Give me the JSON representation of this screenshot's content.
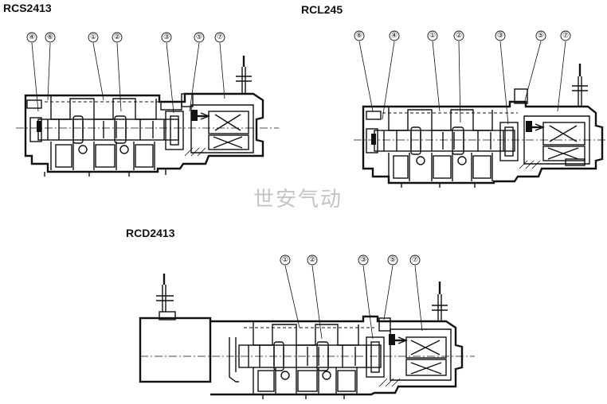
{
  "diagrams": [
    {
      "title": "RCS2413",
      "callouts": [
        "④",
        "⑥",
        "①",
        "②",
        "③",
        "⑤",
        "⑦"
      ]
    },
    {
      "title": "RCL245",
      "callouts": [
        "⑥",
        "④",
        "①",
        "②",
        "③",
        "⑤",
        "⑦"
      ]
    },
    {
      "title": "RCD2413",
      "callouts": [
        "①",
        "②",
        "③",
        "⑤",
        "⑦"
      ]
    }
  ],
  "watermark": "世安气动"
}
